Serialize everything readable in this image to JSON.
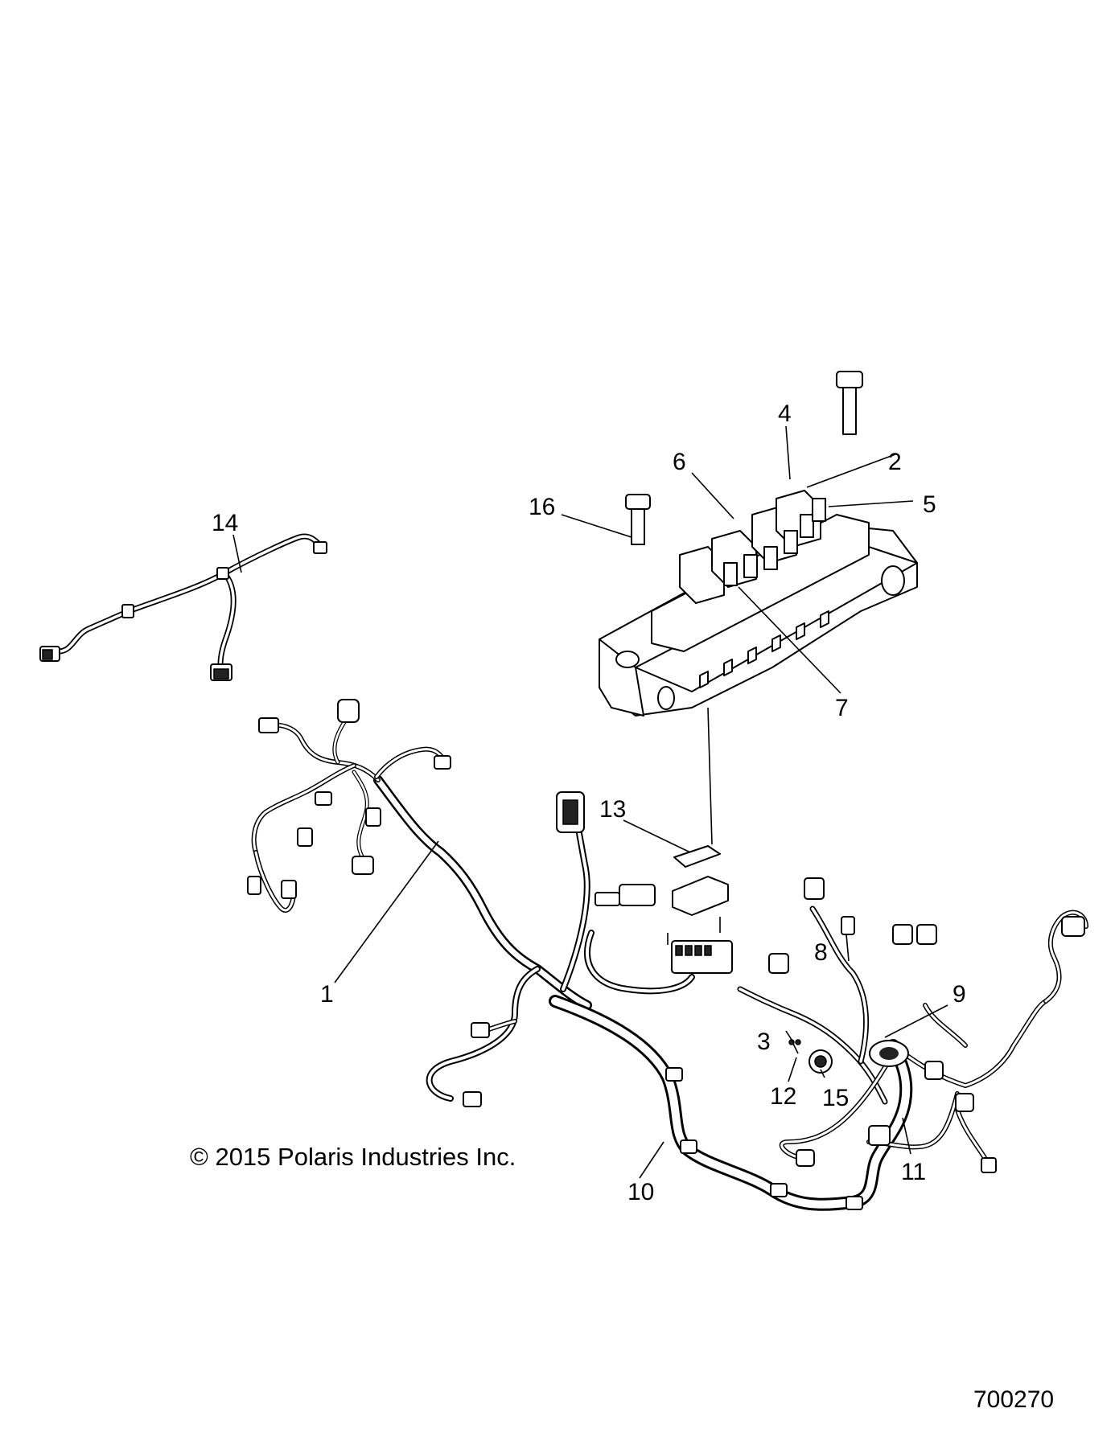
{
  "callouts": [
    "1",
    "2",
    "3",
    "4",
    "5",
    "6",
    "7",
    "8",
    "9",
    "10",
    "11",
    "12",
    "13",
    "14",
    "15",
    "16"
  ],
  "copyright": "© 2015 Polaris Industries Inc.",
  "document_number": "700270",
  "colors": {
    "line": "#000000",
    "background": "#ffffff"
  }
}
